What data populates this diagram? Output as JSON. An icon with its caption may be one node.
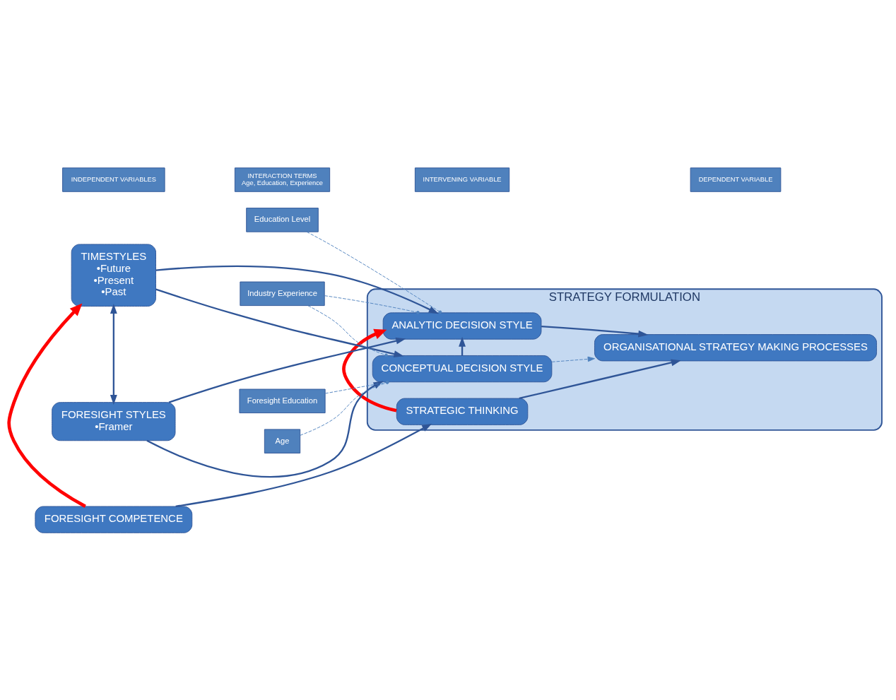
{
  "diagram": {
    "nodes": [
      {
        "text": [
          "STRATEGY FORMULATION"
        ]
      },
      {
        "text": [
          "FORESIGHT COMPETENCE"
        ]
      },
      {
        "text": [
          "STRATEGIC THINKING"
        ],
        "in": 0
      },
      {
        "text": [
          "TIMESTYLES",
          "•Future",
          "•Present",
          "•Past"
        ]
      },
      {
        "text": [
          "Education Level"
        ]
      },
      {
        "text": [
          "ANALYTIC DECISION STYLE"
        ],
        "in": 0
      },
      {
        "text": [
          "Industry Experience"
        ]
      },
      {
        "text": [
          "ORGANISATIONAL STRATEGY MAKING PROCESSES"
        ],
        "in": 0
      },
      {
        "text": [
          "FORESIGHT STYLES",
          "•Framer"
        ]
      },
      {
        "text": [
          "Foresight Education"
        ]
      },
      {
        "text": [
          "CONCEPTUAL DECISION STYLE"
        ],
        "in": 0
      },
      {
        "text": [
          "Age"
        ]
      },
      {
        "text": [
          "INDEPENDENT VARIABLES"
        ]
      },
      {
        "text": [
          "INTERACTION TERMS",
          "Age, Education, Experience"
        ]
      },
      {
        "text": [
          "INTERVENING VARIABLE"
        ]
      },
      {
        "text": [
          "DEPENDENT VARIABLE"
        ]
      }
    ],
    "edges": [
      {
        "from": 1,
        "to": 2,
        "arrow": "to"
      },
      {
        "from": 1,
        "to": 3,
        "arrow": "to",
        "style": "thick",
        "color": "#ff0000"
      },
      {
        "from": 2,
        "to": 5,
        "arrow": "to",
        "style": "thick",
        "color": "#ff0000"
      },
      {
        "from": 2,
        "to": 7,
        "arrow": "to"
      },
      {
        "from": 3,
        "to": 5,
        "arrow": "to"
      },
      {
        "from": 3,
        "to": 10,
        "arrow": "to"
      },
      {
        "from": 3,
        "to": 8,
        "arrow": "both"
      },
      {
        "from": 8,
        "to": 5,
        "arrow": "to"
      },
      {
        "from": 8,
        "to": 10,
        "arrow": "to"
      },
      {
        "from": 5,
        "to": 7,
        "arrow": "to"
      },
      {
        "from": 10,
        "to": 5,
        "arrow": "to"
      },
      {
        "from": 10,
        "to": 7,
        "arrow": "to",
        "style": "dashed",
        "color": "#4f81bd"
      },
      {
        "from": 4,
        "to": 5,
        "arrow": "other",
        "style": "dashed",
        "color": "#4f81bd"
      },
      {
        "from": 6,
        "to": 5,
        "arrow": "other",
        "style": "dashed",
        "color": "#4f81bd"
      },
      {
        "from": 6,
        "to": 10,
        "arrow": "other",
        "style": "dashed",
        "color": "#4f81bd"
      },
      {
        "from": 9,
        "to": 10,
        "arrow": "other",
        "style": "dashed",
        "color": "#4f81bd"
      },
      {
        "from": 11,
        "to": 10,
        "arrow": "other",
        "style": "dashed",
        "color": "#4f81bd"
      }
    ]
  }
}
